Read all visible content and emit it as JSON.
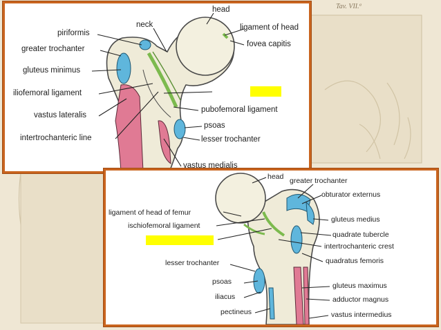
{
  "page_tag": "Tav. VII.ª",
  "panel_top": {
    "labels": {
      "head": "head",
      "neck": "neck",
      "ligament_of_head": "ligament of head",
      "piriformis": "piriformis",
      "fovea_capitis": "fovea capitis",
      "greater_trochanter": "greater trochanter",
      "gluteus_minimus": "gluteus minimus",
      "iliofemoral_ligament": "iliofemoral ligament",
      "vastus_lateralis": "vastus lateralis",
      "pubofemoral_ligament": "pubofemoral ligament",
      "psoas": "psoas",
      "intertrochanteric_line": "intertrochanteric line",
      "lesser_trochanter": "lesser trochanter",
      "vastus_medialis": "vastus medialis"
    }
  },
  "panel_bottom": {
    "labels": {
      "head": "head",
      "greater_trochanter": "greater trochanter",
      "obturator_externus": "obturator externus",
      "ligament_of_head_of_femur": "ligament of head of femur",
      "gluteus_medius": "gluteus medius",
      "ischiofemoral_ligament": "ischiofemoral ligament",
      "quadrate_tubercle": "quadrate tubercle",
      "intertrochanteric_crest": "intertrochanteric crest",
      "lesser_trochanter": "lesser trochanter",
      "quadratus_femoris": "quadratus femoris",
      "psoas": "psoas",
      "gluteus_maximus": "gluteus maximus",
      "iliacus": "iliacus",
      "adductor_magnus": "adductor magnus",
      "pectineus": "pectineus",
      "vastus_intermedius": "vastus intermedius"
    }
  },
  "colors": {
    "frame": "#c9641e",
    "highlight": "#ffff00",
    "muscle_pink": "#e07a94",
    "muscle_blue": "#5fb6dc",
    "ligament_green": "#7cba4e",
    "bone": "#eeead6"
  }
}
